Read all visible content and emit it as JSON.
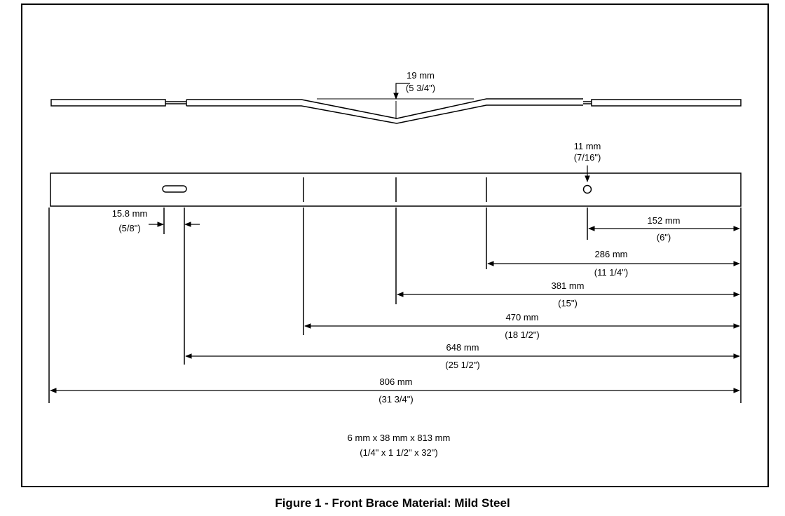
{
  "caption": "Figure 1 - Front Brace Material: Mild Steel",
  "depth_callout": {
    "metric": "19 mm",
    "imperial": "(5 3/4\")"
  },
  "hole_callout": {
    "metric": "11 mm",
    "imperial": "(7/16\")"
  },
  "slot_dimension": {
    "metric": "15.8 mm",
    "imperial": "(5/8\")"
  },
  "dimensions": [
    {
      "metric": "152 mm",
      "imperial": "(6\")"
    },
    {
      "metric": "286 mm",
      "imperial": "(11 1/4\")"
    },
    {
      "metric": "381 mm",
      "imperial": "(15\")"
    },
    {
      "metric": "470 mm",
      "imperial": "(18 1/2\")"
    },
    {
      "metric": "648 mm",
      "imperial": "(25 1/2\")"
    },
    {
      "metric": "806 mm",
      "imperial": "(31 3/4\")"
    }
  ],
  "stock_size": {
    "metric": "6 mm x 38 mm x 813 mm",
    "imperial": "(1/4\" x 1 1/2\" x 32\")"
  }
}
